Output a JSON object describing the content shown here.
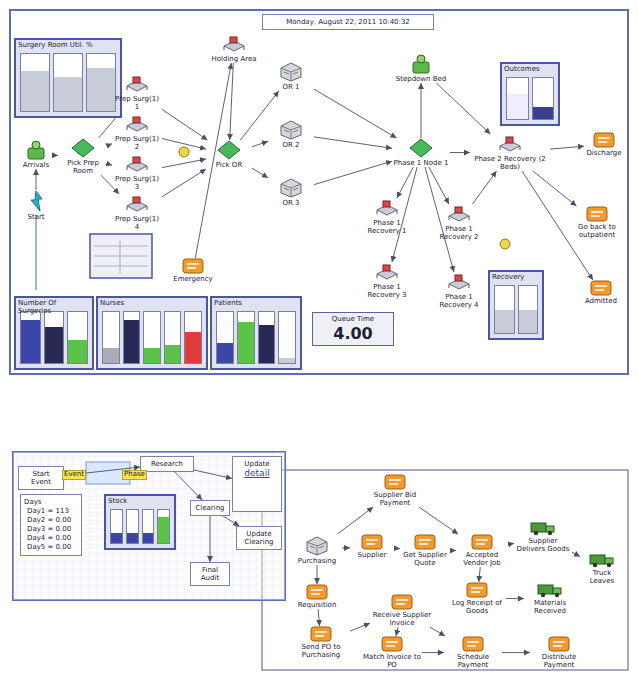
{
  "diagram": {
    "nodes": [
      {
        "text": [
          "Monday, August 22, 2011 10:40:32"
        ]
      },
      {
        "text": [
          "Surgery Room Util. %"
        ]
      },
      {
        "text": [
          "Arrivals"
        ]
      },
      {
        "text": [
          "Pick Prep Room"
        ]
      },
      {
        "text": [
          "Prep Surg(1) 1"
        ]
      },
      {
        "text": [
          "Prep Surg(1) 2"
        ]
      },
      {
        "text": [
          "Prep Surg(1) 3"
        ]
      },
      {
        "text": [
          "Prep Surg(1) 4"
        ]
      },
      {
        "text": [
          "Start"
        ]
      },
      {
        "text": [
          "Holding Area"
        ]
      },
      {
        "text": [
          "Pick OR"
        ]
      },
      {
        "text": [
          "OR 1"
        ]
      },
      {
        "text": [
          "OR 2"
        ]
      },
      {
        "text": [
          "OR 3"
        ]
      },
      {
        "text": [
          "Phase 1 Node 1"
        ]
      },
      {
        "text": [
          "Stepdown Bed"
        ]
      },
      {
        "text": [
          "Phase 2 Recovery (2 Beds)"
        ]
      },
      {
        "text": [
          "Outcomes"
        ]
      },
      {
        "text": [
          "Phase 1 Recovery 1"
        ]
      },
      {
        "text": [
          "Phase 1 Recovery 2"
        ]
      },
      {
        "text": [
          "Phase 1 Recovery 3"
        ]
      },
      {
        "text": [
          "Phase 1 Recovery 4"
        ]
      },
      {
        "text": [
          "Emergency"
        ]
      },
      {
        "text": [
          "Discharge"
        ]
      },
      {
        "text": [
          "Go back to outpatient"
        ]
      },
      {
        "text": [
          "Admitted"
        ]
      },
      {
        "text": [
          "Number Of Surgeries"
        ]
      },
      {
        "text": [
          "Nurses"
        ]
      },
      {
        "text": [
          "Patients"
        ]
      },
      {
        "text": [
          "Recovery"
        ]
      },
      {
        "text": [
          "Queue Time",
          "4.00"
        ]
      },
      {
        "text": [
          "Start Event"
        ]
      },
      {
        "text": [
          "Research"
        ]
      },
      {
        "text": [
          "Update",
          "detail"
        ]
      },
      {
        "text": [
          "Days"
        ]
      },
      {
        "text": [
          "Stock"
        ]
      },
      {
        "text": [
          "Clearing"
        ]
      },
      {
        "text": [
          "Update Clearing"
        ]
      },
      {
        "text": [
          "Final Audit"
        ]
      },
      {
        "text": [
          "Supplier Bid Payment"
        ]
      },
      {
        "text": [
          "Purchasing"
        ]
      },
      {
        "text": [
          "Supplier"
        ]
      },
      {
        "text": [
          "Get Supplier Quote"
        ]
      },
      {
        "text": [
          "Accepted Vendor Job"
        ]
      },
      {
        "text": [
          "Supplier Delivers Goods"
        ]
      },
      {
        "text": [
          "Truck Leaves"
        ]
      },
      {
        "text": [
          "Log Receipt of Goods"
        ]
      },
      {
        "text": [
          "Materials Received"
        ]
      },
      {
        "text": [
          "Requisition"
        ]
      },
      {
        "text": [
          "Send PO to Purchasing"
        ]
      },
      {
        "text": [
          "Receive Supplier Invoice"
        ]
      },
      {
        "text": [
          "Match Invoice to PO"
        ]
      },
      {
        "text": [
          "Schedule Payment"
        ]
      },
      {
        "text": [
          "Distribute Payment"
        ]
      }
    ],
    "edges": [
      {
        "from": 8,
        "to": 2,
        "arrow": "to"
      },
      {
        "from": 2,
        "to": 3,
        "arrow": "to"
      },
      {
        "from": 3,
        "to": 4,
        "arrow": "to"
      },
      {
        "from": 3,
        "to": 5,
        "arrow": "to"
      },
      {
        "from": 3,
        "to": 6,
        "arrow": "to"
      },
      {
        "from": 3,
        "to": 7,
        "arrow": "to"
      },
      {
        "from": 4,
        "to": 10,
        "arrow": "to"
      },
      {
        "from": 5,
        "to": 10,
        "arrow": "to"
      },
      {
        "from": 6,
        "to": 10,
        "arrow": "to"
      },
      {
        "from": 7,
        "to": 10,
        "arrow": "to"
      },
      {
        "from": 9,
        "to": 10,
        "arrow": "to"
      },
      {
        "from": 22,
        "to": 9,
        "arrow": "to"
      },
      {
        "from": 10,
        "to": 11,
        "arrow": "to"
      },
      {
        "from": 10,
        "to": 12,
        "arrow": "to"
      },
      {
        "from": 10,
        "to": 13,
        "arrow": "to"
      },
      {
        "from": 11,
        "to": 14,
        "arrow": "to"
      },
      {
        "from": 12,
        "to": 14,
        "arrow": "to"
      },
      {
        "from": 13,
        "to": 14,
        "arrow": "to"
      },
      {
        "from": 14,
        "to": 15,
        "arrow": "to"
      },
      {
        "from": 14,
        "to": 18,
        "arrow": "to"
      },
      {
        "from": 14,
        "to": 19,
        "arrow": "to"
      },
      {
        "from": 14,
        "to": 20,
        "arrow": "to"
      },
      {
        "from": 14,
        "to": 21,
        "arrow": "to"
      },
      {
        "from": 19,
        "to": 16,
        "arrow": "to"
      },
      {
        "from": 15,
        "to": 16,
        "arrow": "to"
      },
      {
        "from": 14,
        "to": 16,
        "arrow": "to"
      },
      {
        "from": 16,
        "to": 23,
        "arrow": "to"
      },
      {
        "from": 16,
        "to": 24,
        "arrow": "to"
      },
      {
        "from": 16,
        "to": 25,
        "arrow": "to"
      },
      {
        "from": 31,
        "to": 32,
        "arrow": "to"
      },
      {
        "from": 32,
        "to": 33,
        "arrow": "to"
      },
      {
        "from": 32,
        "to": 36,
        "arrow": "to"
      },
      {
        "from": 36,
        "to": 37,
        "arrow": "to"
      },
      {
        "from": 36,
        "to": 38,
        "arrow": "to"
      },
      {
        "from": 40,
        "to": 41,
        "arrow": "to"
      },
      {
        "from": 41,
        "to": 42,
        "arrow": "to"
      },
      {
        "from": 42,
        "to": 43,
        "arrow": "to"
      },
      {
        "from": 43,
        "to": 44,
        "arrow": "to"
      },
      {
        "from": 44,
        "to": 45,
        "arrow": "to"
      },
      {
        "from": 43,
        "to": 46,
        "arrow": "to"
      },
      {
        "from": 46,
        "to": 47,
        "arrow": "to"
      },
      {
        "from": 40,
        "to": 48,
        "arrow": "to"
      },
      {
        "from": 48,
        "to": 49,
        "arrow": "to"
      },
      {
        "from": 40,
        "to": 39,
        "arrow": "to"
      },
      {
        "from": 39,
        "to": 43,
        "arrow": "to"
      },
      {
        "from": 49,
        "to": 50,
        "arrow": "to"
      },
      {
        "from": 50,
        "to": 51,
        "arrow": "to"
      },
      {
        "from": 50,
        "to": 52,
        "arrow": "to"
      },
      {
        "from": 51,
        "to": 52,
        "arrow": "to"
      },
      {
        "from": 52,
        "to": 53,
        "arrow": "to"
      }
    ],
    "labels": [
      "Event",
      "Phase",
      "Day1 = 113",
      "Day2 = 0.00",
      "Day3 = 0.00",
      "Day4 = 0.00",
      "Day5 = 0.00"
    ]
  }
}
